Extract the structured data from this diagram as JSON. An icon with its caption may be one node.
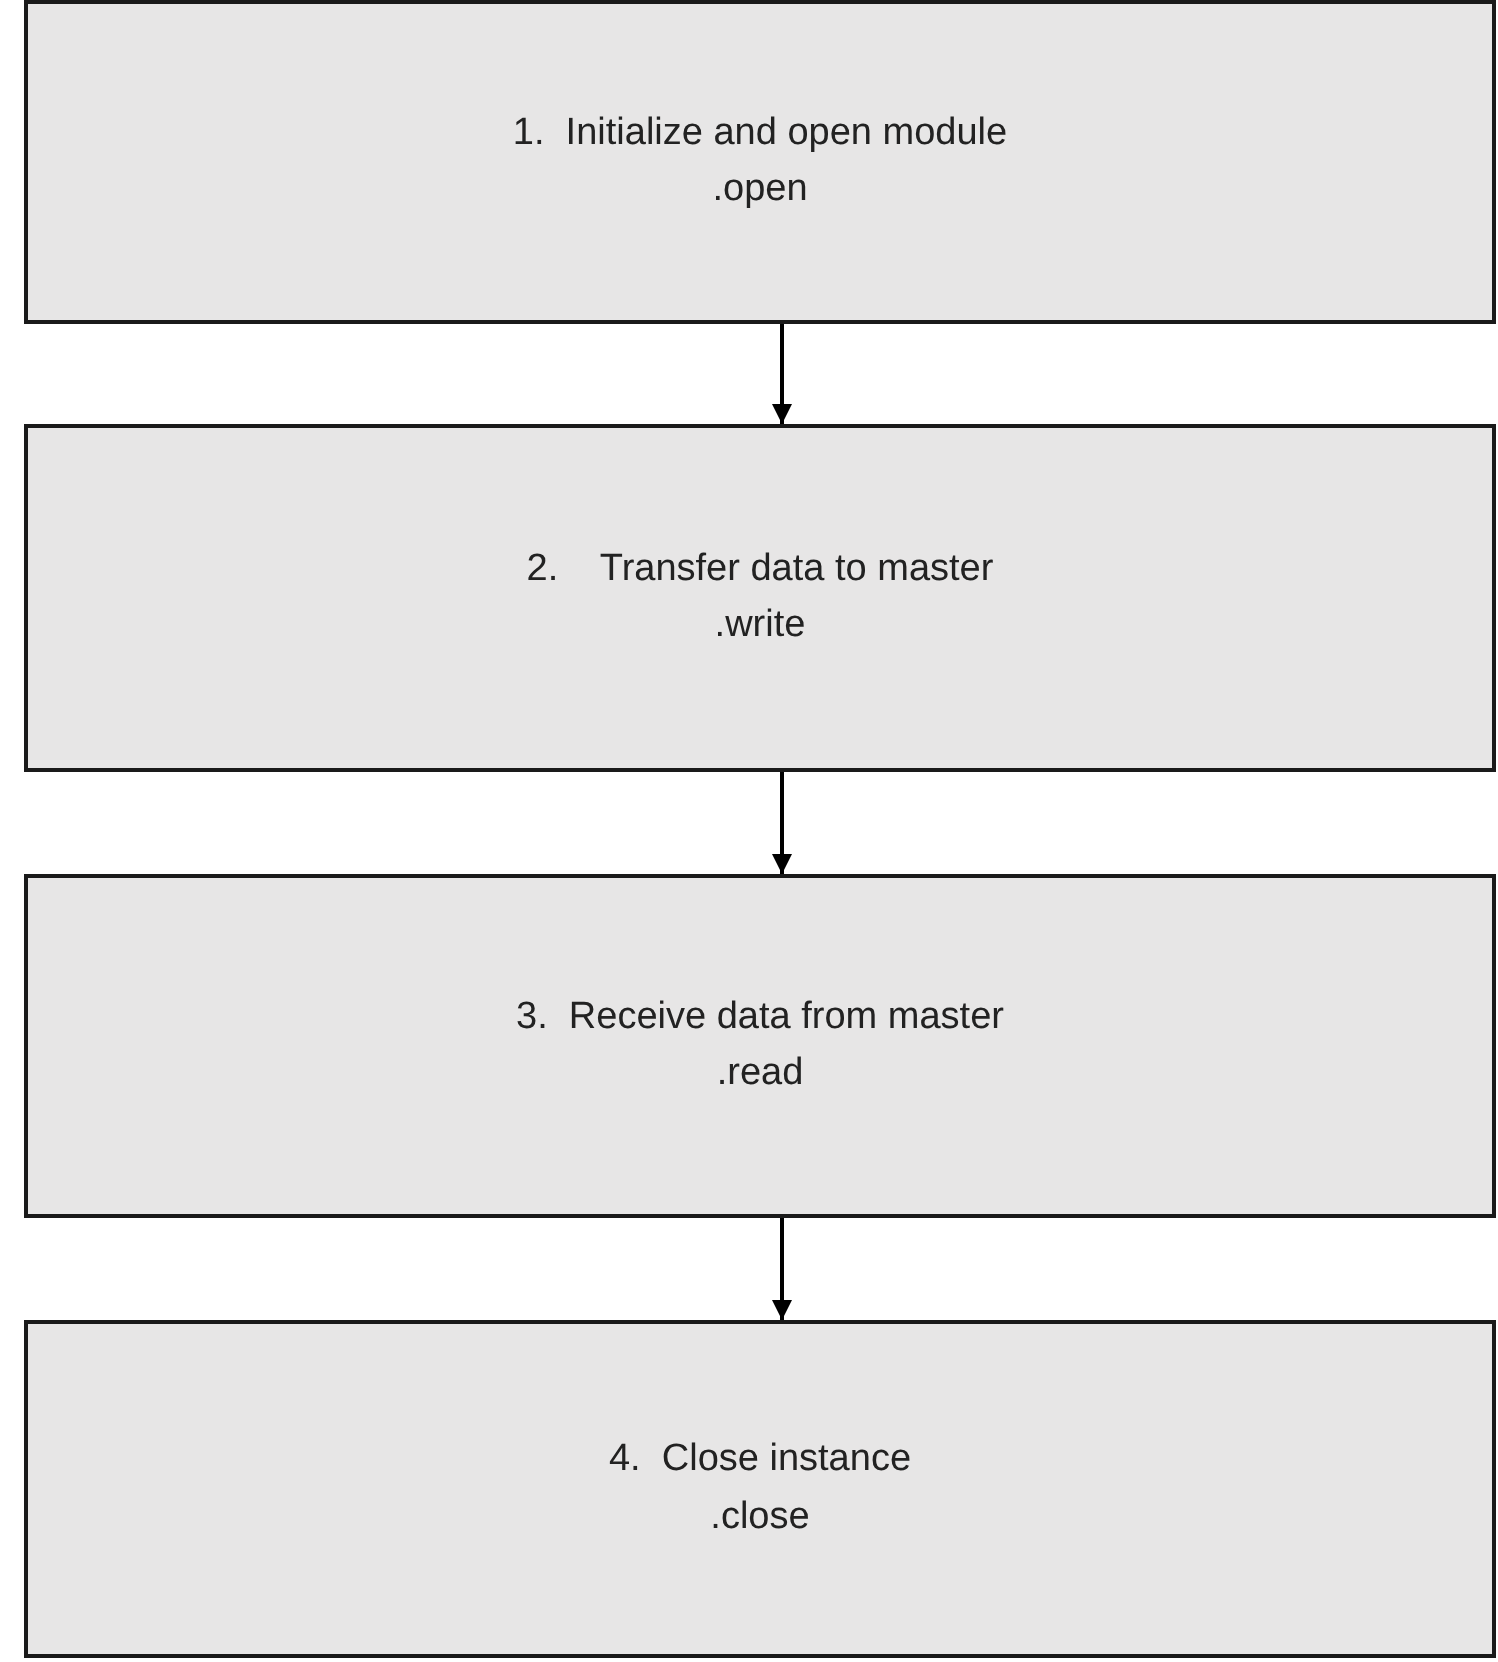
{
  "diagram": {
    "nodes": [
      {
        "text": [
          "1.  Initialize and open module",
          ".open"
        ]
      },
      {
        "text": [
          "2.    Transfer data to master",
          ".write"
        ]
      },
      {
        "text": [
          "3.  Receive data from master",
          ".read"
        ]
      },
      {
        "text": [
          "4.  Close instance",
          ".close"
        ]
      }
    ],
    "edges": [
      {
        "from": 0,
        "to": 1,
        "arrow": "to"
      },
      {
        "from": 1,
        "to": 2,
        "arrow": "to"
      },
      {
        "from": 2,
        "to": 3,
        "arrow": "to"
      }
    ]
  }
}
